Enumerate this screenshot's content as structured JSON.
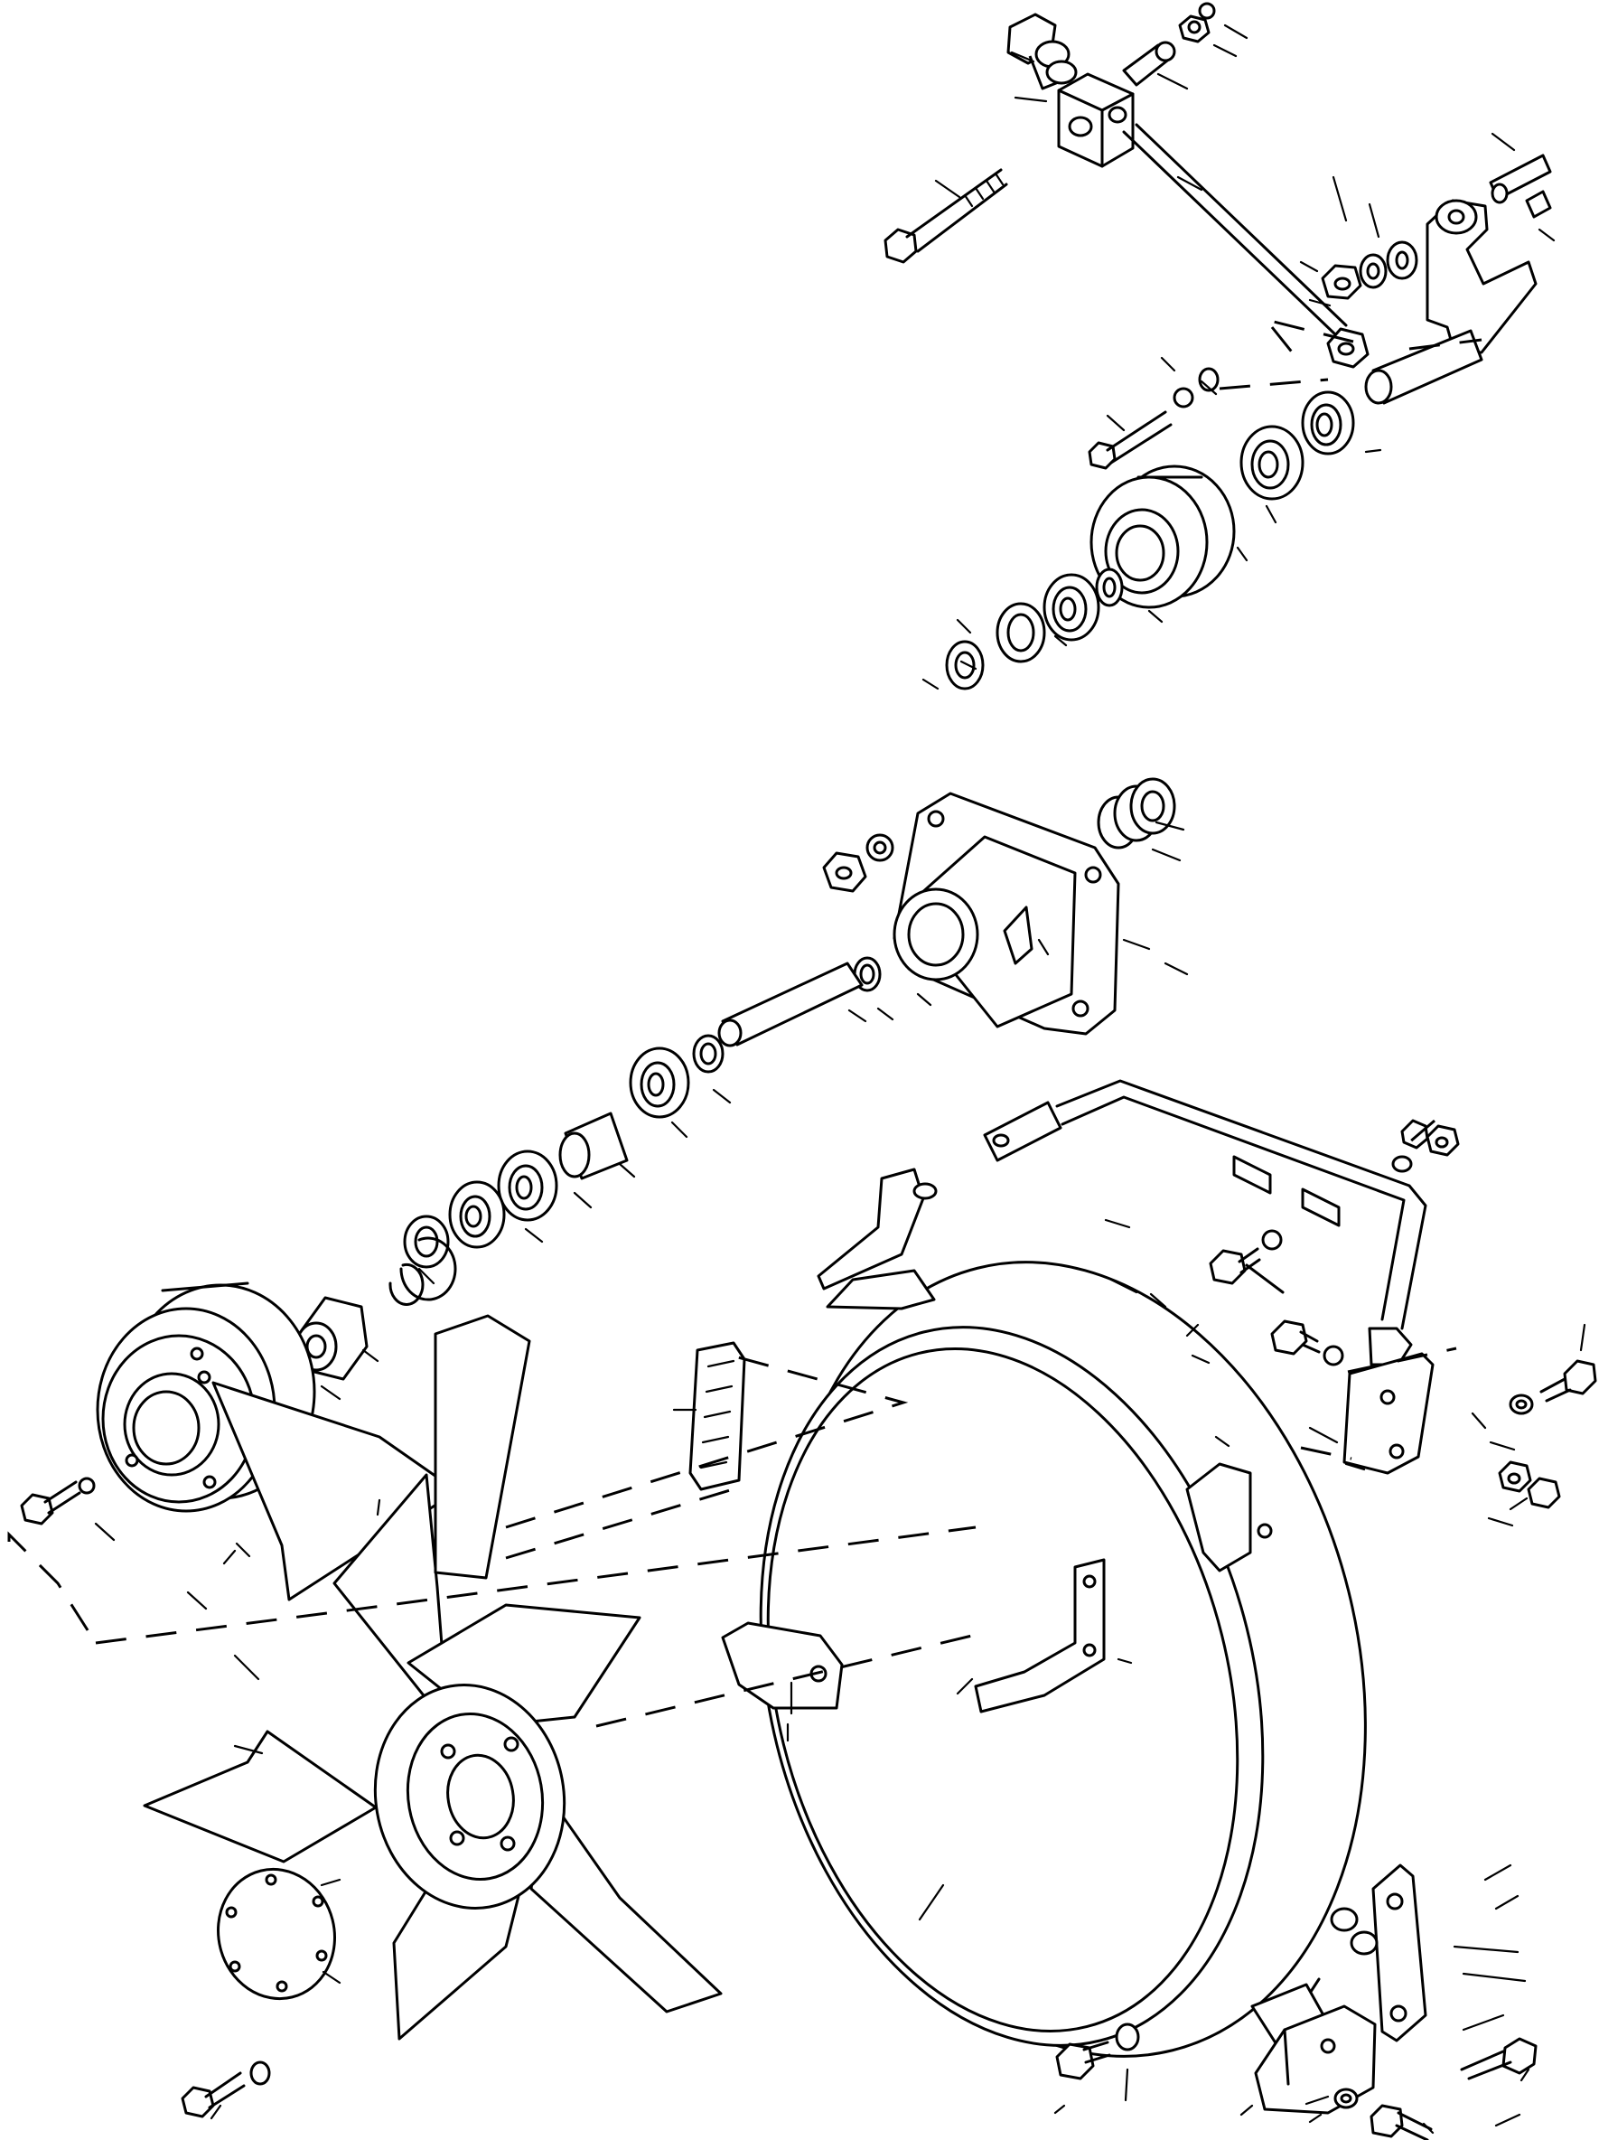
{
  "diagram": {
    "type": "exploded-parts-view",
    "background": "#ffffff",
    "line_color": "#000000",
    "parts": [
      "eyebolt-adjuster",
      "adjuster-block",
      "tensioner-rod",
      "tensioner-arm",
      "idler-pulley",
      "idler-bearing",
      "fan-hub-housing",
      "fan-shaft",
      "fan-bearing",
      "spacer-sleeve",
      "snap-ring",
      "drive-pulley",
      "fan-blade-assembly",
      "fan-shroud",
      "shroud-support-bar",
      "mounting-bracket",
      "rubber-seal-strip",
      "cover-plate",
      "hex-bolt",
      "hex-nut",
      "lock-washer"
    ],
    "callout_labels": []
  }
}
